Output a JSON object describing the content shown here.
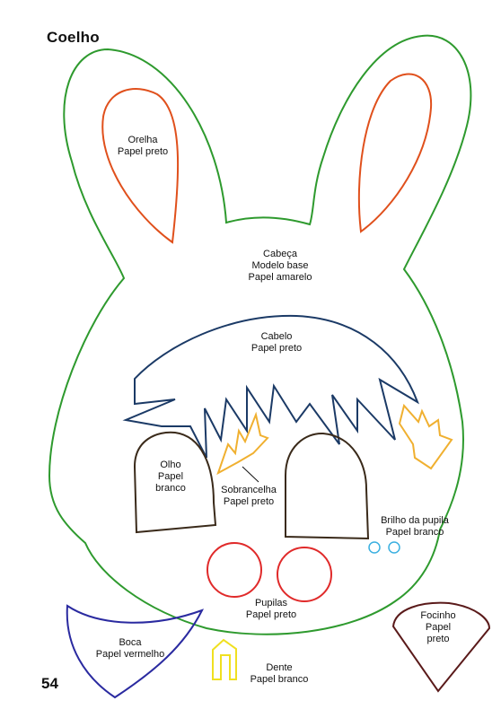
{
  "title": "Coelho",
  "page_number": "54",
  "colors": {
    "outline": "#2e9a2e",
    "ear": "#e0501c",
    "hair": "#1b3a66",
    "brow": "#f0b030",
    "eye": "#3a2a1a",
    "pupil": "#e02a2a",
    "shine": "#3bb0e0",
    "mouth": "#2a2aa0",
    "tooth": "#f0e020",
    "snout": "#5a1a1a"
  },
  "labels": {
    "ear": [
      "Orelha",
      "Papel preto"
    ],
    "head": [
      "Cabeça",
      "Modelo base",
      "Papel amarelo"
    ],
    "hair": [
      "Cabelo",
      "Papel preto"
    ],
    "eye": [
      "Olho",
      "Papel",
      "branco"
    ],
    "brow": [
      "Sobrancelha",
      "Papel preto"
    ],
    "shine": [
      "Brilho da pupila",
      "Papel branco"
    ],
    "pupils": [
      "Pupilas",
      "Papel preto"
    ],
    "mouth": [
      "Boca",
      "Papel vermelho"
    ],
    "tooth": [
      "Dente",
      "Papel branco"
    ],
    "snout": [
      "Focinho",
      "Papel",
      "preto"
    ]
  }
}
